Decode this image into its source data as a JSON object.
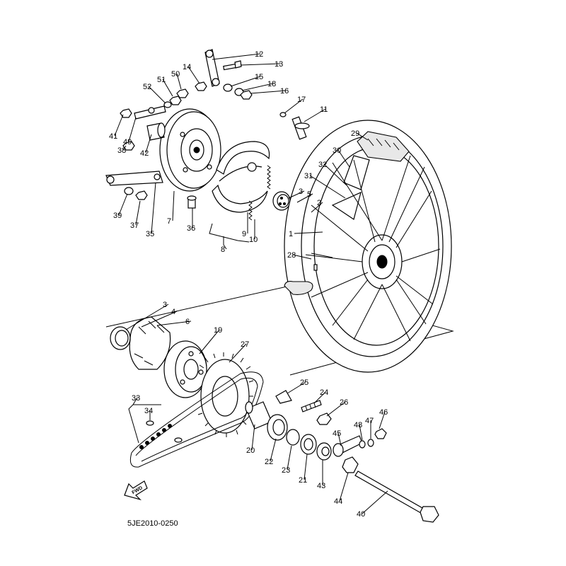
{
  "diagram_code": "5JE2010-0250",
  "fwd_label": "FWD",
  "callouts": [
    "1",
    "2",
    "3",
    "4",
    "5",
    "6",
    "7",
    "8",
    "9",
    "10",
    "11",
    "12",
    "13",
    "14",
    "15",
    "16",
    "17",
    "18",
    "19",
    "20",
    "21",
    "22",
    "23",
    "24",
    "25",
    "26",
    "27",
    "28",
    "29",
    "30",
    "31",
    "32",
    "33",
    "34",
    "35",
    "36",
    "37",
    "38",
    "39",
    "40",
    "41",
    "42",
    "43",
    "44",
    "45",
    "46",
    "47",
    "48",
    "49",
    "50",
    "51",
    "52"
  ],
  "callouts_bottom": [
    "3",
    "4"
  ]
}
